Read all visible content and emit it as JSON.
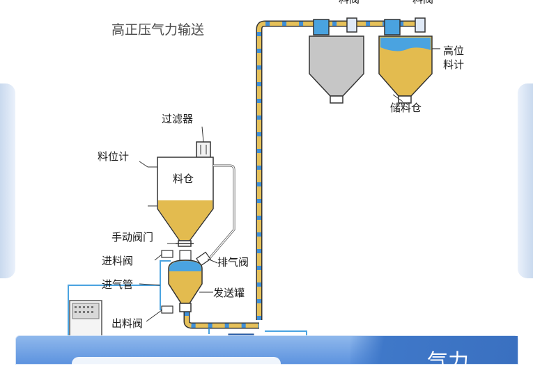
{
  "title": "高正压气力输送",
  "labels": {
    "filter": "过滤器",
    "level_gauge": "料位计",
    "silo": "料仓",
    "manual_valve": "手动阀门",
    "feed_valve": "进料阀",
    "exhaust_valve": "排气阀",
    "air_inlet": "进气管",
    "sending_tank": "发送罐",
    "discharge_valve": "出料阀",
    "high_level_1": "高位",
    "high_level_2": "料计",
    "storage_bin": "储料仓",
    "top_label_1": "料阀",
    "top_label_2": "料阀"
  },
  "bottom_banner": {
    "glyph": "气力"
  },
  "colors": {
    "material": "#e3bb4f",
    "pipe": "#e6c15a",
    "air": "#3f8fd8",
    "steel": "#c9c9c9",
    "outline": "#333333"
  }
}
